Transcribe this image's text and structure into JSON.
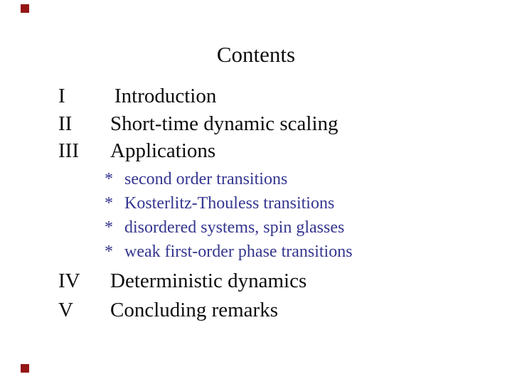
{
  "slide": {
    "title": "Contents",
    "items": [
      {
        "numeral": "I",
        "label": "Introduction"
      },
      {
        "numeral": "II",
        "label": "Short-time dynamic scaling"
      },
      {
        "numeral": "III",
        "label": "Applications"
      },
      {
        "numeral": "IV",
        "label": "Deterministic dynamics"
      },
      {
        "numeral": "V",
        "label": "Concluding remarks"
      }
    ],
    "bullets": [
      {
        "marker": "*",
        "label": "second order transitions"
      },
      {
        "marker": "*",
        "label": "Kosterlitz-Thouless transitions"
      },
      {
        "marker": "*",
        "label": "disordered systems, spin glasses"
      },
      {
        "marker": "*",
        "label": "weak first-order phase transitions"
      }
    ],
    "colors": {
      "background": "#ffffff",
      "text": "#0d0d0d",
      "bullet_text": "#34368f",
      "corner_marker": "#951616"
    }
  }
}
